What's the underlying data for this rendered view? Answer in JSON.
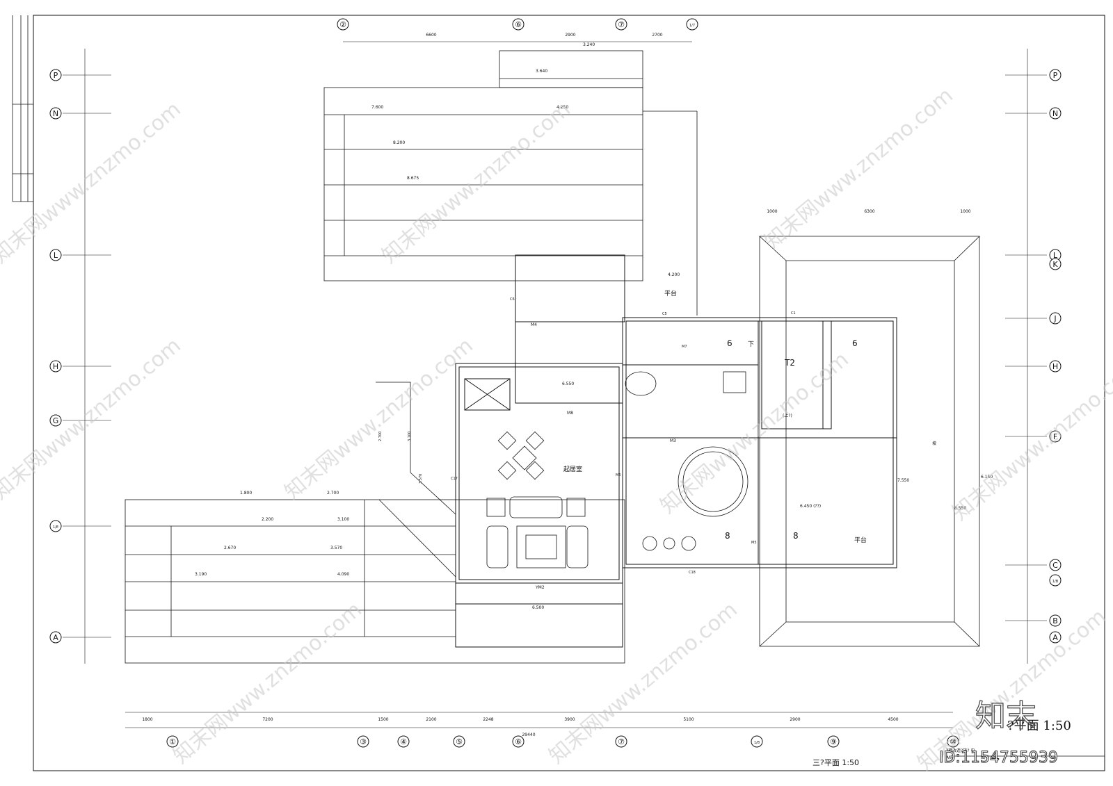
{
  "grid_top": [
    "②",
    "⑥",
    "⑦",
    "1/7"
  ],
  "grid_bottom": [
    "①",
    "③",
    "④",
    "⑤",
    "⑥",
    "⑦",
    "1/8",
    "⑨",
    "⑩"
  ],
  "grid_left": [
    "P",
    "N",
    "L",
    "H",
    "G",
    "1/E",
    "A"
  ],
  "grid_right": [
    "P",
    "N",
    "L",
    "K",
    "J",
    "H",
    "F",
    "C",
    "1/B",
    "B",
    "A"
  ],
  "dims_top": [
    "6600",
    "2900",
    "2700"
  ],
  "dims_bottom": [
    "1800",
    "7200",
    "1500",
    "2100",
    "2248",
    "3900",
    "5100",
    "2900",
    "4500"
  ],
  "dims_total": "29440",
  "dims_upper_right": [
    "1000",
    "6300",
    "1000"
  ],
  "elevations": [
    "3.240",
    "3.640",
    "4.250",
    "7.600",
    "8.200",
    "8.675",
    "4.200",
    "6.550",
    "1.800",
    "2.700",
    "2.200",
    "3.100",
    "2.670",
    "3.570",
    "3.190",
    "4.090",
    "6.500",
    "6.450 (??)",
    "7.550",
    "6.550",
    "6.150",
    "2.700",
    "3.100",
    "3.570"
  ],
  "rooms": {
    "living": "起居室",
    "stair": "T2",
    "platform_1": "平台",
    "platform_2": "平台",
    "room_num_6a": "6",
    "room_num_6b": "6",
    "room_num_8a": "8",
    "room_num_8b": "8",
    "down": "下",
    "up": "(上?)",
    "slope": "坡"
  },
  "doors": [
    "M4",
    "M8",
    "M7",
    "M6",
    "M3",
    "YM2",
    "C5",
    "C6",
    "C1",
    "C17",
    "C18",
    "M5"
  ],
  "title_block": {
    "drawing_title": "三?平面 1:50",
    "scale_label": "?平面 1:50",
    "project_lines": [
      "?梯改造?施? 中",
      "A栋",
      "图号 04"
    ]
  },
  "watermark_text": "知末网www.znzmo.com",
  "logo_text": "知末",
  "id_text": "ID:1154755939",
  "colors": {
    "line": "#111111",
    "watermark": "#c8c8c8",
    "paper": "#ffffff"
  }
}
